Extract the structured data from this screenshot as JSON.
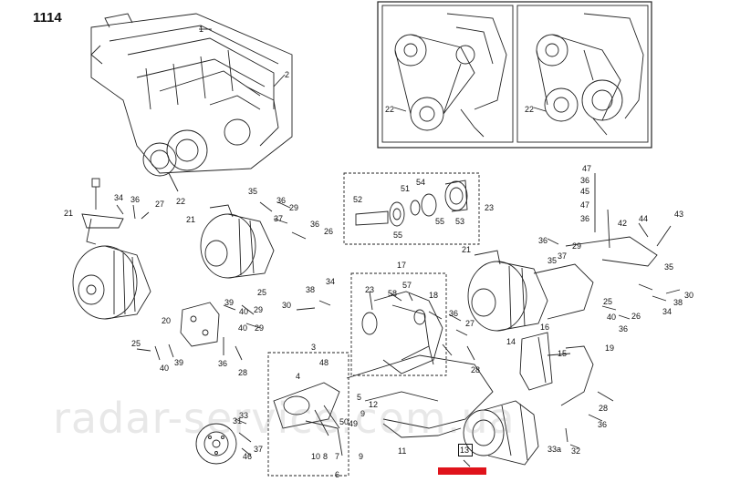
{
  "figure_number": "1114",
  "watermark": "radar-service.com.ua",
  "highlighted_label": "13",
  "highlight_color": "#e0131b",
  "inset_left_label": "22",
  "inset_right_label": "22",
  "labels": {
    "1": "1",
    "2": "2",
    "22a": "22",
    "21a": "21",
    "34a": "34",
    "36a": "36",
    "27a": "27",
    "35a": "35",
    "36b": "36",
    "29a": "29",
    "37a": "37",
    "21b": "21",
    "36c": "36",
    "26a": "26",
    "52": "52",
    "51": "51",
    "54": "54",
    "55a": "55",
    "53": "53",
    "23a": "23",
    "55b": "55",
    "47a": "47",
    "36d": "36",
    "45": "45",
    "47b": "47",
    "36e": "36",
    "42": "42",
    "44": "44",
    "43": "43",
    "36f": "36",
    "29b": "29",
    "21c": "21",
    "35b": "35",
    "37b": "37",
    "35c": "35",
    "17": "17",
    "34b": "34",
    "38": "38",
    "30a": "30",
    "39a": "39",
    "25a": "25",
    "40a": "40",
    "29c": "29",
    "20": "20",
    "23b": "23",
    "58": "58",
    "57": "57",
    "18": "18",
    "36g": "36",
    "27b": "27",
    "40b": "40",
    "29d": "29",
    "25b": "25",
    "40c": "40",
    "39b": "39",
    "3": "3",
    "28a": "28",
    "36h": "36",
    "28b": "28",
    "16": "16",
    "14": "14",
    "15": "15",
    "19": "19",
    "25c": "25",
    "40d": "40",
    "34c": "34",
    "38b": "38",
    "30b": "30",
    "36i": "36",
    "26b": "26",
    "4": "4",
    "48": "48",
    "5": "5",
    "12": "12",
    "9": "9",
    "50": "50",
    "49": "49",
    "31": "31",
    "33": "33",
    "46": "46",
    "37c": "37",
    "10": "10",
    "8": "8",
    "7": "7",
    "9b": "9",
    "6": "6",
    "11": "11",
    "36j": "36",
    "28c": "28",
    "33a": "33a",
    "32": "32",
    "13": "13"
  }
}
